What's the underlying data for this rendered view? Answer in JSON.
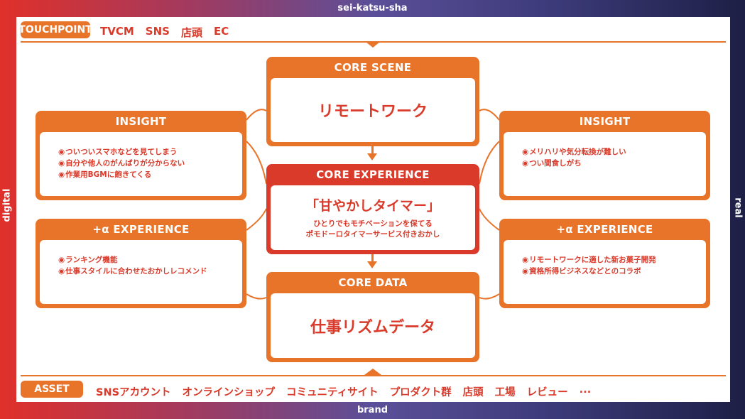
{
  "frame": {
    "top": "sei-katsu-sha",
    "bottom": "brand",
    "left": "digital",
    "right": "real"
  },
  "touchpoint": {
    "label": "TOUCHPOINT",
    "items": [
      "TVCM",
      "SNS",
      "店頭",
      "EC"
    ]
  },
  "core_scene": {
    "label": "CORE SCENE",
    "text": "リモートワーク"
  },
  "core_experience": {
    "label": "CORE EXPERIENCE",
    "title": "「甘やかしタイマー」",
    "sub1": "ひとりでもモチベーションを保てる",
    "sub2": "ポモドーロタイマーサービス付きおかし"
  },
  "core_data": {
    "label": "CORE DATA",
    "text": "仕事リズムデータ"
  },
  "insight_left": {
    "label": "INSIGHT",
    "items": [
      "ついついスマホなどを見てしまう",
      "自分や他人のがんばりが分からない",
      "作業用BGMに飽きてくる"
    ]
  },
  "insight_right": {
    "label": "INSIGHT",
    "items": [
      "メリハリや気分転換が難しい",
      "つい間食しがち"
    ]
  },
  "alpha_left": {
    "label": "+α EXPERIENCE",
    "items": [
      "ランキング機能",
      "仕事スタイルに合わせたおかしレコメンド"
    ]
  },
  "alpha_right": {
    "label": "+α EXPERIENCE",
    "items": [
      "リモートワークに適した新お菓子開発",
      "資格所得ビジネスなどとのコラボ"
    ]
  },
  "asset": {
    "label": "ASSET",
    "items": [
      "SNSアカウント",
      "オンラインショップ",
      "コミュニティサイト",
      "プロダクト群",
      "店頭",
      "工場",
      "レビュー",
      "..."
    ]
  },
  "colors": {
    "orange": "#e8742a",
    "red": "#d93a2a",
    "white": "#ffffff"
  }
}
